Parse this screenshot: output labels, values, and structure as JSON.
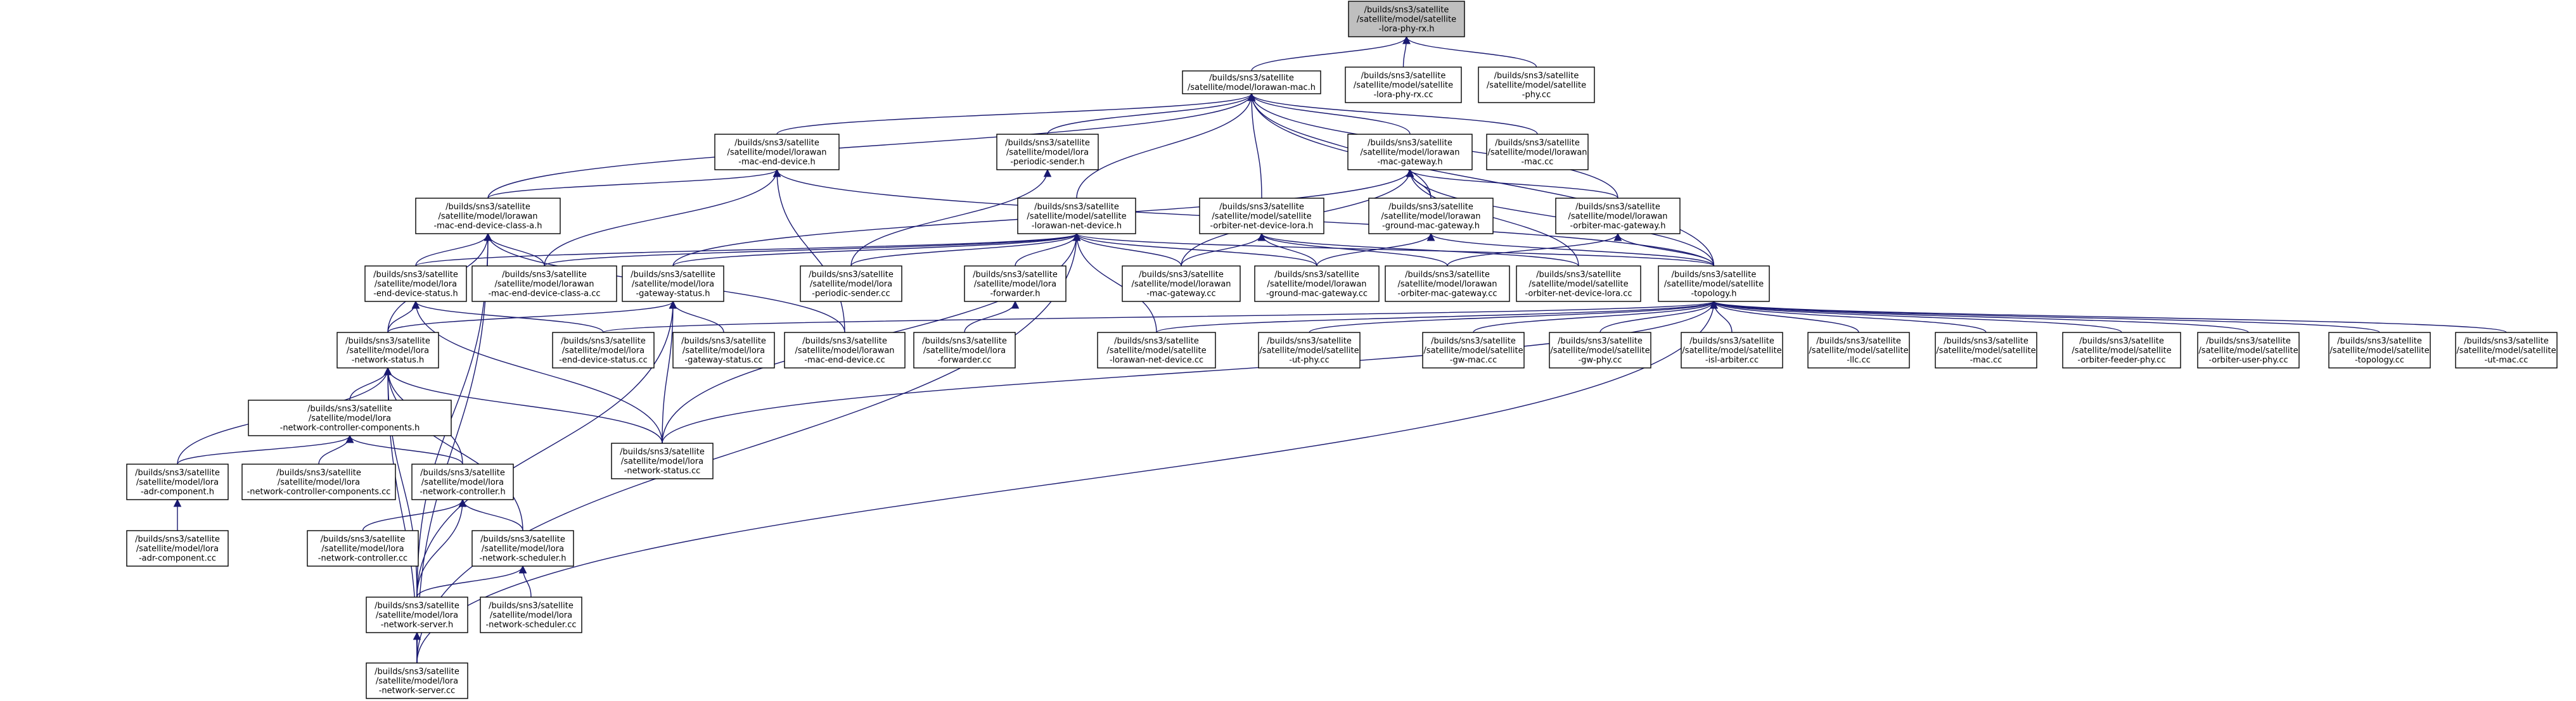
{
  "diagram": {
    "colors": {
      "edge": "#191970",
      "node_border": "#000000",
      "root_fill": "#bfbfbf",
      "node_fill": "#ffffff"
    },
    "nodes": [
      {
        "id": "lora_phy_rx_h",
        "lines": [
          "/builds/sns3/satellite",
          "/satellite/model/satellite",
          "-lora-phy-rx.h"
        ],
        "root": true
      },
      {
        "id": "lorawan_mac_h",
        "lines": [
          "/builds/sns3/satellite",
          "/satellite/model/lorawan-mac.h"
        ]
      },
      {
        "id": "lora_phy_rx_cc",
        "lines": [
          "/builds/sns3/satellite",
          "/satellite/model/satellite",
          "-lora-phy-rx.cc"
        ]
      },
      {
        "id": "phy_cc",
        "lines": [
          "/builds/sns3/satellite",
          "/satellite/model/satellite",
          "-phy.cc"
        ]
      },
      {
        "id": "mac_end_device_h",
        "lines": [
          "/builds/sns3/satellite",
          "/satellite/model/lorawan",
          "-mac-end-device.h"
        ]
      },
      {
        "id": "periodic_sender_h",
        "lines": [
          "/builds/sns3/satellite",
          "/satellite/model/lora",
          "-periodic-sender.h"
        ]
      },
      {
        "id": "mac_gateway_h",
        "lines": [
          "/builds/sns3/satellite",
          "/satellite/model/lorawan",
          "-mac-gateway.h"
        ]
      },
      {
        "id": "lorawan_mac_cc",
        "lines": [
          "/builds/sns3/satellite",
          "/satellite/model/lorawan",
          "-mac.cc"
        ]
      },
      {
        "id": "class_a_h",
        "lines": [
          "/builds/sns3/satellite",
          "/satellite/model/lorawan",
          "-mac-end-device-class-a.h"
        ]
      },
      {
        "id": "lorawan_net_device_h",
        "lines": [
          "/builds/sns3/satellite",
          "/satellite/model/satellite",
          "-lorawan-net-device.h"
        ]
      },
      {
        "id": "orbiter_net_device_lora_h",
        "lines": [
          "/builds/sns3/satellite",
          "/satellite/model/satellite",
          "-orbiter-net-device-lora.h"
        ]
      },
      {
        "id": "ground_mac_gateway_h",
        "lines": [
          "/builds/sns3/satellite",
          "/satellite/model/lorawan",
          "-ground-mac-gateway.h"
        ]
      },
      {
        "id": "orbiter_mac_gateway_h",
        "lines": [
          "/builds/sns3/satellite",
          "/satellite/model/lorawan",
          "-orbiter-mac-gateway.h"
        ]
      },
      {
        "id": "end_device_status_h",
        "lines": [
          "/builds/sns3/satellite",
          "/satellite/model/lora",
          "-end-device-status.h"
        ]
      },
      {
        "id": "class_a_cc",
        "lines": [
          "/builds/sns3/satellite",
          "/satellite/model/lorawan",
          "-mac-end-device-class-a.cc"
        ]
      },
      {
        "id": "gateway_status_h",
        "lines": [
          "/builds/sns3/satellite",
          "/satellite/model/lora",
          "-gateway-status.h"
        ]
      },
      {
        "id": "periodic_sender_cc",
        "lines": [
          "/builds/sns3/satellite",
          "/satellite/model/lora",
          "-periodic-sender.cc"
        ]
      },
      {
        "id": "forwarder_h",
        "lines": [
          "/builds/sns3/satellite",
          "/satellite/model/lora",
          "-forwarder.h"
        ]
      },
      {
        "id": "mac_gateway_cc",
        "lines": [
          "/builds/sns3/satellite",
          "/satellite/model/lorawan",
          "-mac-gateway.cc"
        ]
      },
      {
        "id": "ground_mac_gateway_cc",
        "lines": [
          "/builds/sns3/satellite",
          "/satellite/model/lorawan",
          "-ground-mac-gateway.cc"
        ]
      },
      {
        "id": "orbiter_mac_gateway_cc",
        "lines": [
          "/builds/sns3/satellite",
          "/satellite/model/lorawan",
          "-orbiter-mac-gateway.cc"
        ]
      },
      {
        "id": "orbiter_net_device_lora_cc",
        "lines": [
          "/builds/sns3/satellite",
          "/satellite/model/satellite",
          "-orbiter-net-device-lora.cc"
        ]
      },
      {
        "id": "topology_h",
        "lines": [
          "/builds/sns3/satellite",
          "/satellite/model/satellite",
          "-topology.h"
        ]
      },
      {
        "id": "network_status_h",
        "lines": [
          "/builds/sns3/satellite",
          "/satellite/model/lora",
          "-network-status.h"
        ]
      },
      {
        "id": "end_device_status_cc",
        "lines": [
          "/builds/sns3/satellite",
          "/satellite/model/lora",
          "-end-device-status.cc"
        ]
      },
      {
        "id": "gateway_status_cc",
        "lines": [
          "/builds/sns3/satellite",
          "/satellite/model/lora",
          "-gateway-status.cc"
        ]
      },
      {
        "id": "mac_end_device_cc",
        "lines": [
          "/builds/sns3/satellite",
          "/satellite/model/lorawan",
          "-mac-end-device.cc"
        ]
      },
      {
        "id": "forwarder_cc",
        "lines": [
          "/builds/sns3/satellite",
          "/satellite/model/lora",
          "-forwarder.cc"
        ]
      },
      {
        "id": "lorawan_net_device_cc",
        "lines": [
          "/builds/sns3/satellite",
          "/satellite/model/satellite",
          "-lorawan-net-device.cc"
        ]
      },
      {
        "id": "ut_phy_cc",
        "lines": [
          "/builds/sns3/satellite",
          "/satellite/model/satellite",
          "-ut-phy.cc"
        ]
      },
      {
        "id": "gw_mac_cc",
        "lines": [
          "/builds/sns3/satellite",
          "/satellite/model/satellite",
          "-gw-mac.cc"
        ]
      },
      {
        "id": "gw_phy_cc",
        "lines": [
          "/builds/sns3/satellite",
          "/satellite/model/satellite",
          "-gw-phy.cc"
        ]
      },
      {
        "id": "isl_arbiter_cc",
        "lines": [
          "/builds/sns3/satellite",
          "/satellite/model/satellite",
          "-isl-arbiter.cc"
        ]
      },
      {
        "id": "llc_cc",
        "lines": [
          "/builds/sns3/satellite",
          "/satellite/model/satellite",
          "-llc.cc"
        ]
      },
      {
        "id": "mac_cc",
        "lines": [
          "/builds/sns3/satellite",
          "/satellite/model/satellite",
          "-mac.cc"
        ]
      },
      {
        "id": "orbiter_feeder_phy_cc",
        "lines": [
          "/builds/sns3/satellite",
          "/satellite/model/satellite",
          "-orbiter-feeder-phy.cc"
        ]
      },
      {
        "id": "orbiter_user_phy_cc",
        "lines": [
          "/builds/sns3/satellite",
          "/satellite/model/satellite",
          "-orbiter-user-phy.cc"
        ]
      },
      {
        "id": "topology_cc",
        "lines": [
          "/builds/sns3/satellite",
          "/satellite/model/satellite",
          "-topology.cc"
        ]
      },
      {
        "id": "ut_mac_cc",
        "lines": [
          "/builds/sns3/satellite",
          "/satellite/model/satellite",
          "-ut-mac.cc"
        ]
      },
      {
        "id": "ncc_h",
        "lines": [
          "/builds/sns3/satellite",
          "/satellite/model/lora",
          "-network-controller-components.h"
        ]
      },
      {
        "id": "network_status_cc",
        "lines": [
          "/builds/sns3/satellite",
          "/satellite/model/lora",
          "-network-status.cc"
        ]
      },
      {
        "id": "adr_component_h",
        "lines": [
          "/builds/sns3/satellite",
          "/satellite/model/lora",
          "-adr-component.h"
        ]
      },
      {
        "id": "ncc_cc",
        "lines": [
          "/builds/sns3/satellite",
          "/satellite/model/lora",
          "-network-controller-components.cc"
        ]
      },
      {
        "id": "network_controller_h",
        "lines": [
          "/builds/sns3/satellite",
          "/satellite/model/lora",
          "-network-controller.h"
        ]
      },
      {
        "id": "adr_component_cc",
        "lines": [
          "/builds/sns3/satellite",
          "/satellite/model/lora",
          "-adr-component.cc"
        ]
      },
      {
        "id": "network_controller_cc",
        "lines": [
          "/builds/sns3/satellite",
          "/satellite/model/lora",
          "-network-controller.cc"
        ]
      },
      {
        "id": "network_scheduler_h",
        "lines": [
          "/builds/sns3/satellite",
          "/satellite/model/lora",
          "-network-scheduler.h"
        ]
      },
      {
        "id": "network_server_h",
        "lines": [
          "/builds/sns3/satellite",
          "/satellite/model/lora",
          "-network-server.h"
        ]
      },
      {
        "id": "network_scheduler_cc",
        "lines": [
          "/builds/sns3/satellite",
          "/satellite/model/lora",
          "-network-scheduler.cc"
        ]
      },
      {
        "id": "network_server_cc",
        "lines": [
          "/builds/sns3/satellite",
          "/satellite/model/lora",
          "-network-server.cc"
        ]
      }
    ],
    "edges": [
      [
        "lorawan_mac_h",
        "lora_phy_rx_h"
      ],
      [
        "lora_phy_rx_cc",
        "lora_phy_rx_h"
      ],
      [
        "phy_cc",
        "lora_phy_rx_h"
      ],
      [
        "class_a_h",
        "lorawan_mac_h"
      ],
      [
        "mac_end_device_h",
        "lorawan_mac_h"
      ],
      [
        "periodic_sender_h",
        "lorawan_mac_h"
      ],
      [
        "lorawan_net_device_h",
        "lorawan_mac_h"
      ],
      [
        "orbiter_net_device_lora_h",
        "lorawan_mac_h"
      ],
      [
        "mac_gateway_h",
        "lorawan_mac_h"
      ],
      [
        "ground_mac_gateway_h",
        "lorawan_mac_h"
      ],
      [
        "orbiter_mac_gateway_h",
        "lorawan_mac_h"
      ],
      [
        "lorawan_mac_cc",
        "lorawan_mac_h"
      ],
      [
        "topology_h",
        "lorawan_mac_h"
      ],
      [
        "class_a_h",
        "mac_end_device_h"
      ],
      [
        "class_a_cc",
        "mac_end_device_h"
      ],
      [
        "mac_end_device_cc",
        "mac_end_device_h"
      ],
      [
        "topology_h",
        "mac_end_device_h"
      ],
      [
        "periodic_sender_cc",
        "periodic_sender_h"
      ],
      [
        "ground_mac_gateway_h",
        "mac_gateway_h"
      ],
      [
        "orbiter_mac_gateway_h",
        "mac_gateway_h"
      ],
      [
        "gateway_status_h",
        "mac_gateway_h"
      ],
      [
        "mac_gateway_cc",
        "mac_gateway_h"
      ],
      [
        "topology_h",
        "mac_gateway_h"
      ],
      [
        "orbiter_net_device_lora_cc",
        "mac_gateway_h"
      ],
      [
        "end_device_status_h",
        "class_a_h"
      ],
      [
        "class_a_cc",
        "class_a_h"
      ],
      [
        "network_status_h",
        "class_a_h"
      ],
      [
        "mac_end_device_cc",
        "class_a_h"
      ],
      [
        "network_server_h",
        "class_a_h"
      ],
      [
        "network_server_cc",
        "class_a_h"
      ],
      [
        "end_device_status_h",
        "lorawan_net_device_h"
      ],
      [
        "gateway_status_h",
        "lorawan_net_device_h"
      ],
      [
        "periodic_sender_cc",
        "lorawan_net_device_h"
      ],
      [
        "forwarder_h",
        "lorawan_net_device_h"
      ],
      [
        "mac_gateway_cc",
        "lorawan_net_device_h"
      ],
      [
        "ground_mac_gateway_cc",
        "lorawan_net_device_h"
      ],
      [
        "topology_h",
        "lorawan_net_device_h"
      ],
      [
        "lorawan_net_device_cc",
        "lorawan_net_device_h"
      ],
      [
        "network_status_cc",
        "lorawan_net_device_h"
      ],
      [
        "network_server_cc",
        "lorawan_net_device_h"
      ],
      [
        "class_a_cc",
        "lorawan_net_device_h"
      ],
      [
        "mac_gateway_cc",
        "orbiter_net_device_lora_h"
      ],
      [
        "ground_mac_gateway_cc",
        "orbiter_net_device_lora_h"
      ],
      [
        "orbiter_mac_gateway_cc",
        "orbiter_net_device_lora_h"
      ],
      [
        "orbiter_net_device_lora_cc",
        "orbiter_net_device_lora_h"
      ],
      [
        "ground_mac_gateway_cc",
        "ground_mac_gateway_h"
      ],
      [
        "topology_h",
        "ground_mac_gateway_h"
      ],
      [
        "orbiter_mac_gateway_cc",
        "orbiter_mac_gateway_h"
      ],
      [
        "topology_h",
        "orbiter_mac_gateway_h"
      ],
      [
        "network_status_h",
        "end_device_status_h"
      ],
      [
        "end_device_status_cc",
        "end_device_status_h"
      ],
      [
        "network_status_cc",
        "end_device_status_h"
      ],
      [
        "network_status_h",
        "gateway_status_h"
      ],
      [
        "gateway_status_cc",
        "gateway_status_h"
      ],
      [
        "network_status_cc",
        "gateway_status_h"
      ],
      [
        "network_server_h",
        "gateway_status_h"
      ],
      [
        "forwarder_cc",
        "forwarder_h"
      ],
      [
        "network_status_cc",
        "topology_h"
      ],
      [
        "lorawan_net_device_cc",
        "topology_h"
      ],
      [
        "ut_phy_cc",
        "topology_h"
      ],
      [
        "gw_mac_cc",
        "topology_h"
      ],
      [
        "gw_phy_cc",
        "topology_h"
      ],
      [
        "isl_arbiter_cc",
        "topology_h"
      ],
      [
        "llc_cc",
        "topology_h"
      ],
      [
        "mac_cc",
        "topology_h"
      ],
      [
        "orbiter_feeder_phy_cc",
        "topology_h"
      ],
      [
        "orbiter_user_phy_cc",
        "topology_h"
      ],
      [
        "topology_cc",
        "topology_h"
      ],
      [
        "ut_mac_cc",
        "topology_h"
      ],
      [
        "end_device_status_cc",
        "topology_h"
      ],
      [
        "network_server_cc",
        "topology_h"
      ],
      [
        "ncc_h",
        "network_status_h"
      ],
      [
        "network_status_cc",
        "network_status_h"
      ],
      [
        "adr_component_h",
        "network_status_h"
      ],
      [
        "network_controller_h",
        "network_status_h"
      ],
      [
        "network_scheduler_h",
        "network_status_h"
      ],
      [
        "network_server_h",
        "network_status_h"
      ],
      [
        "network_server_cc",
        "network_status_h"
      ],
      [
        "adr_component_h",
        "ncc_h"
      ],
      [
        "ncc_cc",
        "ncc_h"
      ],
      [
        "network_controller_h",
        "ncc_h"
      ],
      [
        "adr_component_cc",
        "adr_component_h"
      ],
      [
        "network_controller_cc",
        "network_controller_h"
      ],
      [
        "network_scheduler_h",
        "network_controller_h"
      ],
      [
        "network_server_h",
        "network_controller_h"
      ],
      [
        "network_server_h",
        "network_scheduler_h"
      ],
      [
        "network_scheduler_cc",
        "network_scheduler_h"
      ],
      [
        "network_server_cc",
        "network_server_h"
      ]
    ]
  }
}
